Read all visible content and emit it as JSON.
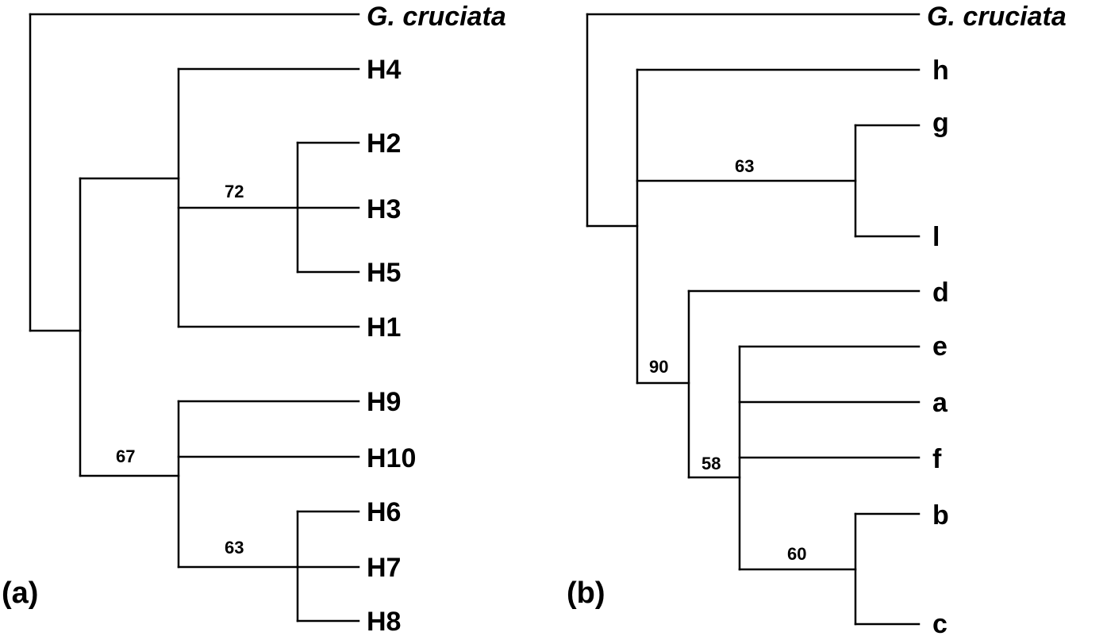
{
  "panels": [
    {
      "label": "(a)",
      "tips": {
        "outgroup": "G. cruciata",
        "h4": "H4",
        "h2": "H2",
        "h3": "H3",
        "h5": "H5",
        "h1": "H1",
        "h9": "H9",
        "h10": "H10",
        "h6": "H6",
        "h7": "H7",
        "h8": "H8"
      },
      "support": {
        "s72": "72",
        "s67": "67",
        "s63": "63"
      }
    },
    {
      "label": "(b)",
      "tips": {
        "outgroup": "G. cruciata",
        "h": "h",
        "g": "g",
        "l": "l",
        "d": "d",
        "e": "e",
        "a": "a",
        "f": "f",
        "b": "b",
        "c": "c"
      },
      "support": {
        "s63": "63",
        "s90": "90",
        "s58": "58",
        "s60": "60"
      }
    }
  ]
}
